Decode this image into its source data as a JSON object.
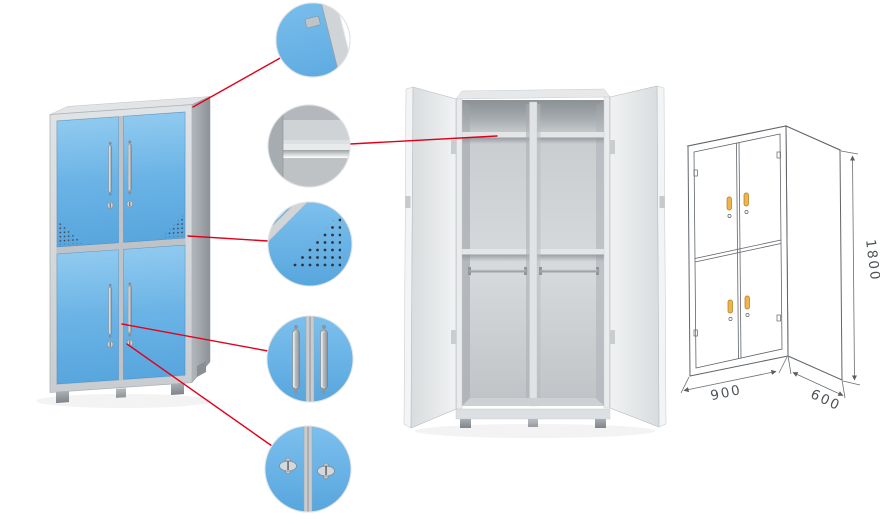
{
  "dimensions": {
    "height": "1800",
    "width": "900",
    "depth": "600"
  },
  "palette": {
    "door_blue": "#63AEE3",
    "frame_gray": "#D3D6D9",
    "interior_gray": "#CDD1D4",
    "callout_line_red": "#E2001A",
    "sketch_stroke": "#60656A",
    "sketch_handle_orange": "#EFB44D",
    "background": "#FFFFFF"
  },
  "callouts": [
    {
      "id": "top-corner-hinge"
    },
    {
      "id": "interior-shelf"
    },
    {
      "id": "ventilation-holes"
    },
    {
      "id": "twin-door-handles"
    },
    {
      "id": "cam-locks"
    }
  ]
}
